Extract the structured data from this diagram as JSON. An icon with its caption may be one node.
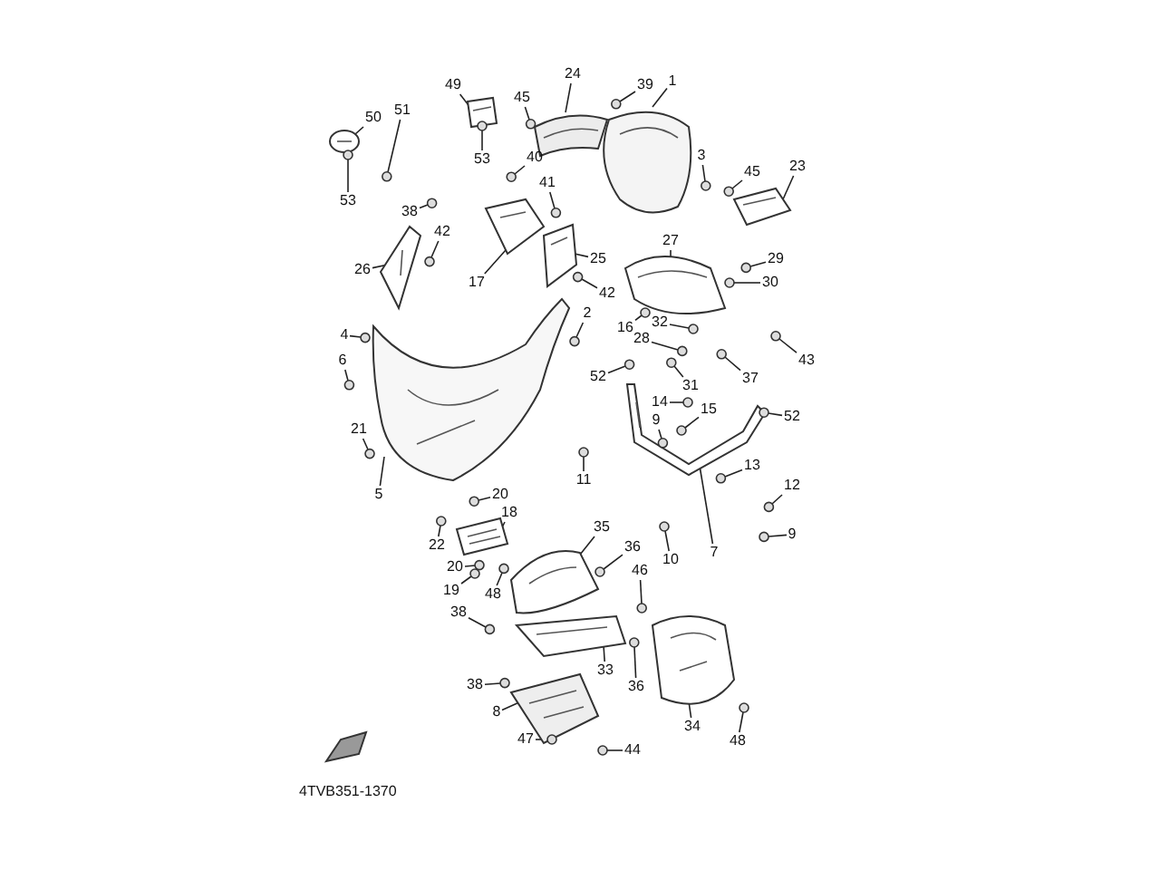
{
  "diagram": {
    "nodes": [
      {
        "text": [
          "49"
        ]
      },
      {
        "text": [
          "24"
        ]
      },
      {
        "text": [
          "45"
        ]
      },
      {
        "text": [
          "39"
        ]
      },
      {
        "text": [
          "1"
        ]
      },
      {
        "text": [
          "50"
        ]
      },
      {
        "text": [
          "51"
        ]
      },
      {
        "text": [
          "53"
        ]
      },
      {
        "text": [
          "53"
        ]
      },
      {
        "text": [
          "40"
        ]
      },
      {
        "text": [
          "3"
        ]
      },
      {
        "text": [
          "45"
        ]
      },
      {
        "text": [
          "23"
        ]
      },
      {
        "text": [
          "41"
        ]
      },
      {
        "text": [
          "38"
        ]
      },
      {
        "text": [
          "42"
        ]
      },
      {
        "text": [
          "29"
        ]
      },
      {
        "text": [
          "27"
        ]
      },
      {
        "text": [
          "26"
        ]
      },
      {
        "text": [
          "25"
        ]
      },
      {
        "text": [
          "17"
        ]
      },
      {
        "text": [
          "30"
        ]
      },
      {
        "text": [
          "42"
        ]
      },
      {
        "text": [
          "16"
        ]
      },
      {
        "text": [
          "32"
        ]
      },
      {
        "text": [
          "2"
        ]
      },
      {
        "text": [
          "28"
        ]
      },
      {
        "text": [
          "4"
        ]
      },
      {
        "text": [
          "37"
        ]
      },
      {
        "text": [
          "43"
        ]
      },
      {
        "text": [
          "52"
        ]
      },
      {
        "text": [
          "31"
        ]
      },
      {
        "text": [
          "6"
        ]
      },
      {
        "text": [
          "14"
        ]
      },
      {
        "text": [
          "15"
        ]
      },
      {
        "text": [
          "52"
        ]
      },
      {
        "text": [
          "21"
        ]
      },
      {
        "text": [
          "9"
        ]
      },
      {
        "text": [
          "11"
        ]
      },
      {
        "text": [
          "13"
        ]
      },
      {
        "text": [
          "5"
        ]
      },
      {
        "text": [
          "12"
        ]
      },
      {
        "text": [
          "20"
        ]
      },
      {
        "text": [
          "18"
        ]
      },
      {
        "text": [
          "35"
        ]
      },
      {
        "text": [
          "9"
        ]
      },
      {
        "text": [
          "22"
        ]
      },
      {
        "text": [
          "36"
        ]
      },
      {
        "text": [
          "10"
        ]
      },
      {
        "text": [
          "7"
        ]
      },
      {
        "text": [
          "20"
        ]
      },
      {
        "text": [
          "46"
        ]
      },
      {
        "text": [
          "19"
        ]
      },
      {
        "text": [
          "48"
        ]
      },
      {
        "text": [
          "38"
        ]
      },
      {
        "text": [
          "33"
        ]
      },
      {
        "text": [
          "38"
        ]
      },
      {
        "text": [
          "36"
        ]
      },
      {
        "text": [
          "8"
        ]
      },
      {
        "text": [
          "34"
        ]
      },
      {
        "text": [
          "48"
        ]
      },
      {
        "text": [
          "47"
        ]
      },
      {
        "text": [
          "44"
        ]
      },
      {
        "text": [],
        "shape": "picture"
      },
      {
        "text": [],
        "shape": "picture"
      },
      {
        "text": [],
        "shape": "circle"
      },
      {
        "text": [],
        "shape": "circle"
      },
      {
        "text": [],
        "shape": "picture"
      },
      {
        "text": [],
        "shape": "picture"
      },
      {
        "text": [],
        "shape": "circle"
      },
      {
        "text": [],
        "shape": "circle"
      },
      {
        "text": [],
        "shape": "circle"
      },
      {
        "text": [],
        "shape": "circle"
      },
      {
        "text": [],
        "shape": "circle"
      },
      {
        "text": [],
        "shape": "circle"
      },
      {
        "text": [],
        "shape": "picture"
      },
      {
        "text": [],
        "shape": "circle"
      },
      {
        "text": [],
        "shape": "circle"
      },
      {
        "text": [],
        "shape": "circle"
      },
      {
        "text": [],
        "shape": "circle"
      },
      {
        "text": [],
        "shape": "picture"
      },
      {
        "text": [],
        "shape": "picture"
      },
      {
        "text": [],
        "shape": "picture"
      },
      {
        "text": [],
        "shape": "picture"
      },
      {
        "text": [],
        "shape": "circle"
      },
      {
        "text": [],
        "shape": "circle"
      },
      {
        "text": [],
        "shape": "circle"
      },
      {
        "text": [],
        "shape": "circle"
      },
      {
        "text": [],
        "shape": "circle"
      },
      {
        "text": [],
        "shape": "circle"
      },
      {
        "text": [],
        "shape": "circle"
      },
      {
        "text": [],
        "shape": "circle"
      },
      {
        "text": [],
        "shape": "circle"
      },
      {
        "text": [],
        "shape": "circle"
      },
      {
        "text": [],
        "shape": "circle"
      },
      {
        "text": [],
        "shape": "circle"
      },
      {
        "text": [],
        "shape": "circle"
      },
      {
        "text": [],
        "shape": "circle"
      },
      {
        "text": [],
        "shape": "circle"
      },
      {
        "text": [],
        "shape": "circle"
      },
      {
        "text": [],
        "shape": "circle"
      },
      {
        "text": [],
        "shape": "circle"
      },
      {
        "text": [],
        "shape": "circle"
      },
      {
        "text": [],
        "shape": "picture"
      },
      {
        "text": [],
        "shape": "circle"
      },
      {
        "text": [],
        "shape": "circle"
      },
      {
        "text": [],
        "shape": "picture"
      },
      {
        "text": [],
        "shape": "picture"
      },
      {
        "text": [],
        "shape": "circle"
      },
      {
        "text": [],
        "shape": "circle"
      },
      {
        "text": [],
        "shape": "circle"
      },
      {
        "text": [],
        "shape": "circle"
      },
      {
        "text": [],
        "shape": "picture"
      },
      {
        "text": [],
        "shape": "circle"
      },
      {
        "text": [],
        "shape": "circle"
      },
      {
        "text": [],
        "shape": "circle"
      },
      {
        "text": [],
        "shape": "circle"
      },
      {
        "text": [],
        "shape": "circle"
      },
      {
        "text": [],
        "shape": "picture"
      },
      {
        "text": [],
        "shape": "circle"
      },
      {
        "text": [],
        "shape": "circle"
      },
      {
        "text": [],
        "shape": "picture"
      },
      {
        "text": [],
        "shape": "picture"
      },
      {
        "text": [],
        "shape": "circle"
      },
      {
        "text": [],
        "shape": "circle"
      },
      {
        "text": [],
        "shape": "circle"
      }
    ],
    "edges": [
      {
        "from": 0,
        "to": 63,
        "arrow": "none"
      },
      {
        "from": 1,
        "to": 64,
        "arrow": "none"
      },
      {
        "from": 2,
        "to": 65,
        "arrow": "none"
      },
      {
        "from": 3,
        "to": 66,
        "arrow": "none"
      },
      {
        "from": 4,
        "to": 67,
        "arrow": "none"
      },
      {
        "from": 5,
        "to": 68,
        "arrow": "none"
      },
      {
        "from": 6,
        "to": 69,
        "arrow": "none"
      },
      {
        "from": 7,
        "to": 70,
        "arrow": "none"
      },
      {
        "from": 8,
        "to": 71,
        "arrow": "none"
      },
      {
        "from": 9,
        "to": 72,
        "arrow": "none"
      },
      {
        "from": 10,
        "to": 73,
        "arrow": "none"
      },
      {
        "from": 11,
        "to": 74,
        "arrow": "none"
      },
      {
        "from": 12,
        "to": 75,
        "arrow": "none"
      },
      {
        "from": 13,
        "to": 76,
        "arrow": "none"
      },
      {
        "from": 14,
        "to": 77,
        "arrow": "none"
      },
      {
        "from": 15,
        "to": 78,
        "arrow": "none"
      },
      {
        "from": 16,
        "to": 79,
        "arrow": "none"
      },
      {
        "from": 17,
        "to": 80,
        "arrow": "none"
      },
      {
        "from": 18,
        "to": 81,
        "arrow": "none"
      },
      {
        "from": 19,
        "to": 82,
        "arrow": "none"
      },
      {
        "from": 20,
        "to": 83,
        "arrow": "none"
      },
      {
        "from": 21,
        "to": 84,
        "arrow": "none"
      },
      {
        "from": 22,
        "to": 85,
        "arrow": "none"
      },
      {
        "from": 23,
        "to": 86,
        "arrow": "none"
      },
      {
        "from": 24,
        "to": 87,
        "arrow": "none"
      },
      {
        "from": 25,
        "to": 88,
        "arrow": "none"
      },
      {
        "from": 26,
        "to": 89,
        "arrow": "none"
      },
      {
        "from": 27,
        "to": 90,
        "arrow": "none"
      },
      {
        "from": 28,
        "to": 91,
        "arrow": "none"
      },
      {
        "from": 29,
        "to": 92,
        "arrow": "none"
      },
      {
        "from": 30,
        "to": 93,
        "arrow": "none"
      },
      {
        "from": 31,
        "to": 94,
        "arrow": "none"
      },
      {
        "from": 32,
        "to": 95,
        "arrow": "none"
      },
      {
        "from": 33,
        "to": 96,
        "arrow": "none"
      },
      {
        "from": 34,
        "to": 97,
        "arrow": "none"
      },
      {
        "from": 35,
        "to": 98,
        "arrow": "none"
      },
      {
        "from": 36,
        "to": 99,
        "arrow": "none"
      },
      {
        "from": 37,
        "to": 100,
        "arrow": "none"
      },
      {
        "from": 38,
        "to": 101,
        "arrow": "none"
      },
      {
        "from": 39,
        "to": 102,
        "arrow": "none"
      },
      {
        "from": 40,
        "to": 103,
        "arrow": "none"
      },
      {
        "from": 41,
        "to": 104,
        "arrow": "none"
      },
      {
        "from": 42,
        "to": 105,
        "arrow": "none"
      },
      {
        "from": 43,
        "to": 106,
        "arrow": "none"
      },
      {
        "from": 44,
        "to": 107,
        "arrow": "none"
      },
      {
        "from": 45,
        "to": 108,
        "arrow": "none"
      },
      {
        "from": 46,
        "to": 109,
        "arrow": "none"
      },
      {
        "from": 47,
        "to": 110,
        "arrow": "none"
      },
      {
        "from": 48,
        "to": 111,
        "arrow": "none"
      },
      {
        "from": 49,
        "to": 112,
        "arrow": "none"
      },
      {
        "from": 50,
        "to": 113,
        "arrow": "none"
      },
      {
        "from": 51,
        "to": 114,
        "arrow": "none"
      },
      {
        "from": 52,
        "to": 115,
        "arrow": "none"
      },
      {
        "from": 53,
        "to": 116,
        "arrow": "none"
      },
      {
        "from": 54,
        "to": 117,
        "arrow": "none"
      },
      {
        "from": 55,
        "to": 118,
        "arrow": "none"
      },
      {
        "from": 56,
        "to": 119,
        "arrow": "none"
      },
      {
        "from": 57,
        "to": 120,
        "arrow": "none"
      },
      {
        "from": 58,
        "to": 121,
        "arrow": "none"
      },
      {
        "from": 59,
        "to": 122,
        "arrow": "none"
      },
      {
        "from": 60,
        "to": 123,
        "arrow": "none"
      },
      {
        "from": 61,
        "to": 124,
        "arrow": "none"
      },
      {
        "from": 62,
        "to": 125,
        "arrow": "none"
      }
    ],
    "labels": [
      "4TVB351-1370"
    ]
  }
}
